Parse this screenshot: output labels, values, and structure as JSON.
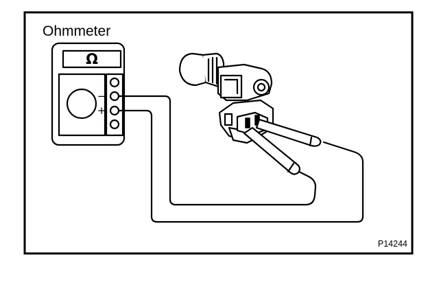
{
  "diagram": {
    "title": "Ohmmeter",
    "figure_code": "P14244",
    "meter": {
      "symbol": "Ω",
      "negative_sign": "−",
      "positive_sign": "+"
    },
    "colors": {
      "ink": "#000000",
      "paper": "#ffffff"
    }
  }
}
